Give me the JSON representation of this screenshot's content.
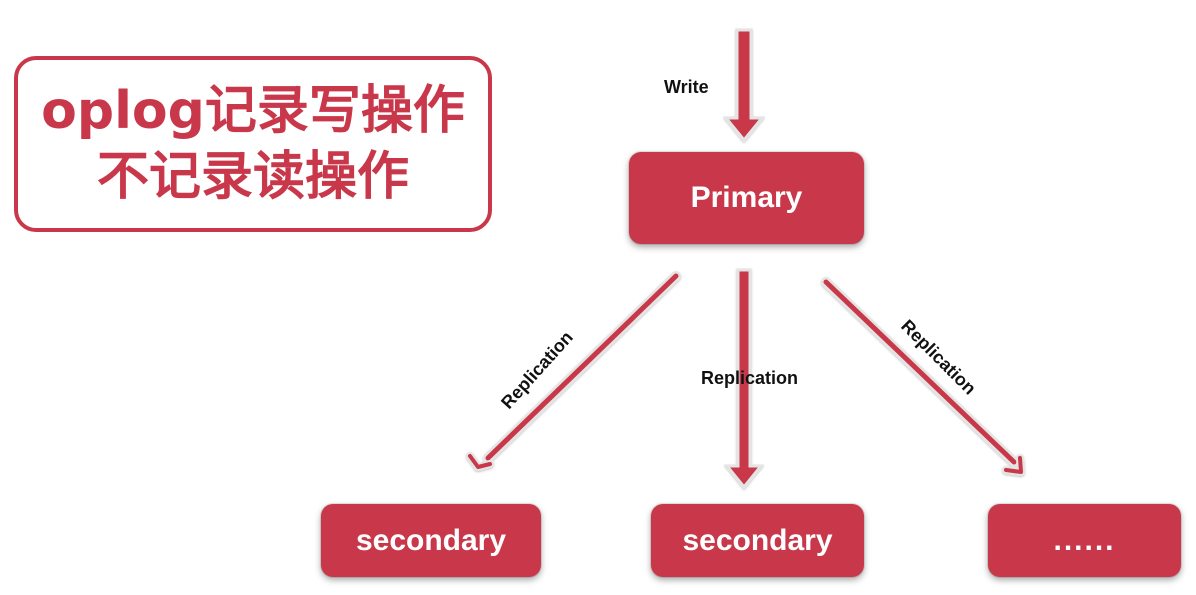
{
  "callout": {
    "line1": "oplog记录写操作",
    "line2": "不记录读操作"
  },
  "nodes": {
    "primary": "Primary",
    "secondary_1": "secondary",
    "secondary_2": "secondary",
    "more": "......"
  },
  "edges": {
    "write": "Write",
    "replication_left": "Replication",
    "replication_center": "Replication",
    "replication_right": "Replication"
  },
  "colors": {
    "accent": "#c8384a",
    "arrow_outline": "#e4e4e4",
    "text": "#111111"
  }
}
